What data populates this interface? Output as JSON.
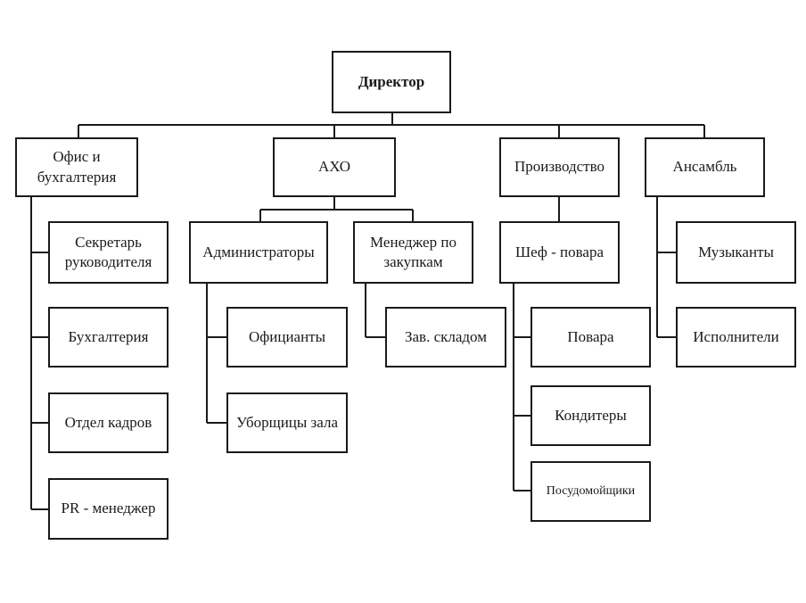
{
  "nodes": {
    "director": "Директор",
    "office": "Офис и бухгалтерия",
    "secretary": "Секретарь руководителя",
    "accounting": "Бухгалтерия",
    "hr": "Отдел кадров",
    "pr": "PR - менеджер",
    "axo": "АХО",
    "admins": "Администраторы",
    "waiters": "Официанты",
    "cleaners": "Уборщицы зала",
    "purchase": "Менеджер по закупкам",
    "warehouse": "Зав. складом",
    "production": "Производство",
    "chef": "Шеф - повара",
    "cooks": "Повара",
    "confectioners": "Кондитеры",
    "dishwashers": "Посудомойщики",
    "ensemble": "Ансамбль",
    "musicians": "Музыканты",
    "performers": "Исполнители"
  }
}
